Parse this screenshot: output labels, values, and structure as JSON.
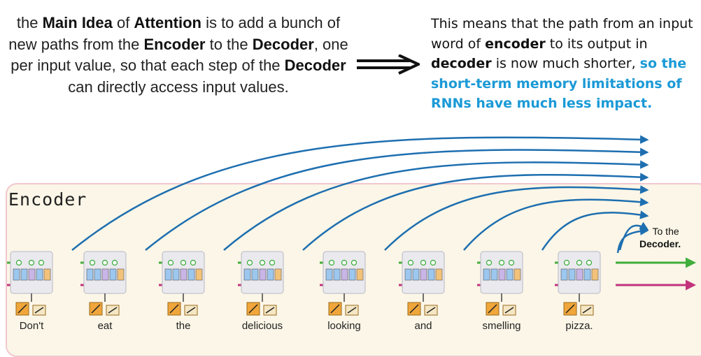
{
  "left_text": {
    "p1": "the ",
    "b1": "Main Idea",
    "p2": " of ",
    "b2": "Attention",
    "p3": " is to add a bunch of new paths from the ",
    "b3": "Encoder",
    "p4": " to the ",
    "b4": "Decoder",
    "p5": ", one per input value, so that each step of the ",
    "b5": "Decoder",
    "p6": " can directly access input values."
  },
  "right_text": {
    "p1": "This means that the path from an input word of ",
    "b1": "encoder",
    "p2": " to its output in ",
    "b2": "decoder",
    "p3": " is now much shorter, ",
    "highlight": "so the short-term memory limitations of RNNs have much less impact."
  },
  "encoder": {
    "title": "Encoder",
    "words": [
      "Don't",
      "eat",
      "the",
      "delicious",
      "looking",
      "and",
      "smelling",
      "pizza."
    ]
  },
  "to_decoder": {
    "line1": "To the",
    "line2": "Decoder."
  },
  "colors": {
    "attention_arrow": "#1e6fb0",
    "green_path": "#3fae3a",
    "magenta_path": "#c2337c",
    "highlight_text": "#1b9ad6",
    "panel_bg": "#fbf6e7",
    "panel_border": "#f2c7cf",
    "embed_box": "#f0a63a"
  }
}
